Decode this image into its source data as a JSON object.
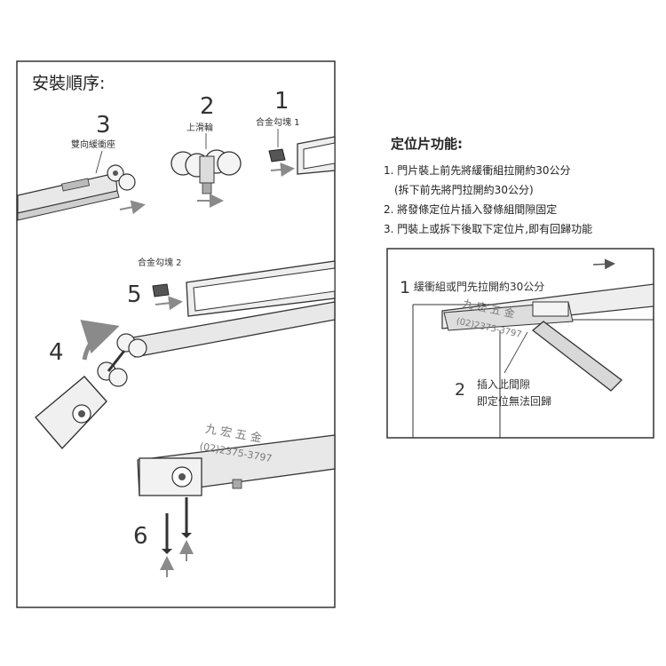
{
  "left_panel": {
    "title": "安裝順序:",
    "steps": [
      {
        "number": "1",
        "label": "合金勾塊 1"
      },
      {
        "number": "2",
        "label": "上滑輪"
      },
      {
        "number": "3",
        "label": "雙向緩衝座"
      },
      {
        "number": "4",
        "label": ""
      },
      {
        "number": "5",
        "label": "合金勾塊 2"
      },
      {
        "number": "6",
        "label": ""
      }
    ]
  },
  "right_panel": {
    "title": "定位片功能:",
    "items": [
      "1. 門片裝上前先將緩衝組拉開約30公分",
      "(拆下前先將門拉開約30公分)",
      "2. 將發條定位片插入發條組間隙固定",
      "3. 門裝上或拆下後取下定位片,即有回歸功能"
    ],
    "detail": {
      "callout_1_number": "1",
      "callout_1_text": "緩衝組或門先拉開約30公分",
      "callout_2_number": "2",
      "callout_2_line1": "插入此間隙",
      "callout_2_line2": "即定位無法回歸"
    }
  },
  "watermark": {
    "name": "九 宏 五 金",
    "phone": "(02)2375-3797"
  },
  "colors": {
    "line": "#2a2a2a",
    "arrow_gray": "#8a8a8a",
    "rail_fill": "#e8e8e8",
    "watermark": "#7a7a7a"
  }
}
